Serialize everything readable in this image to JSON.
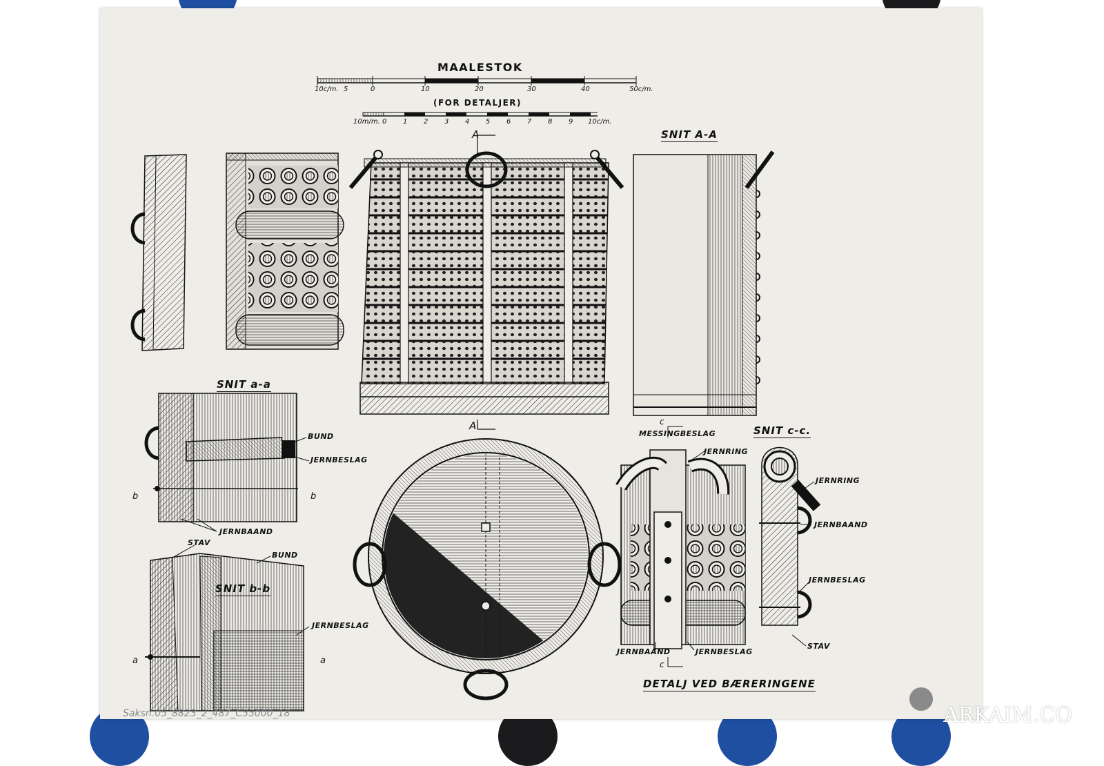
{
  "scales": {
    "title": "MAALESTOK",
    "main_ticks": [
      "10c/m.",
      "5",
      "0",
      "10",
      "20",
      "30",
      "40",
      "50c/m."
    ],
    "detail_note": "(FOR DETALJER)",
    "detail_ticks": [
      "10m/m.",
      "0",
      "1",
      "2",
      "3",
      "4",
      "5",
      "6",
      "7",
      "8",
      "9",
      "10c/m."
    ]
  },
  "section_titles": {
    "snit_AA": "SNIT A-A",
    "snit_aa": "SNIT a-a",
    "snit_bb": "SNIT b-b",
    "snit_cc": "SNIT c-c.",
    "detail_rings": "DETALJ VED BÆRERINGENE"
  },
  "cut_markers": {
    "A_top": "A",
    "A_bottom": "A",
    "c_top": "c",
    "c_bottom": "c",
    "b_left": "b",
    "b_right": "b",
    "a_left": "a",
    "a_right": "a"
  },
  "labels": {
    "bund_aa": "BUND",
    "jernbeslag_aa": "JERNBESLAG",
    "jernbaand_aa": "JERNBAAND",
    "stav_bb": "STAV",
    "bund_bb": "BUND",
    "jernbeslag_bb": "JERNBESLAG",
    "messingbeslag": "MESSINGBESLAG",
    "jernring_detail": "JERNRING",
    "jernbaand_detail": "JERNBAAND",
    "jernbeslag_detail": "JERNBESLAG",
    "jernring_cc": "JERNRING",
    "jernbaand_cc": "JERNBAAND",
    "jernbeslag_cc": "JERNBESLAG",
    "stav_cc": "STAV"
  },
  "annotations": {
    "archive_number": "Saksn.05_8823_2_487_C55000_18",
    "watermark": "ARKAIM.CO"
  },
  "pin_colors": {
    "blue": "#1f4fa0",
    "black": "#1b1b1d"
  }
}
